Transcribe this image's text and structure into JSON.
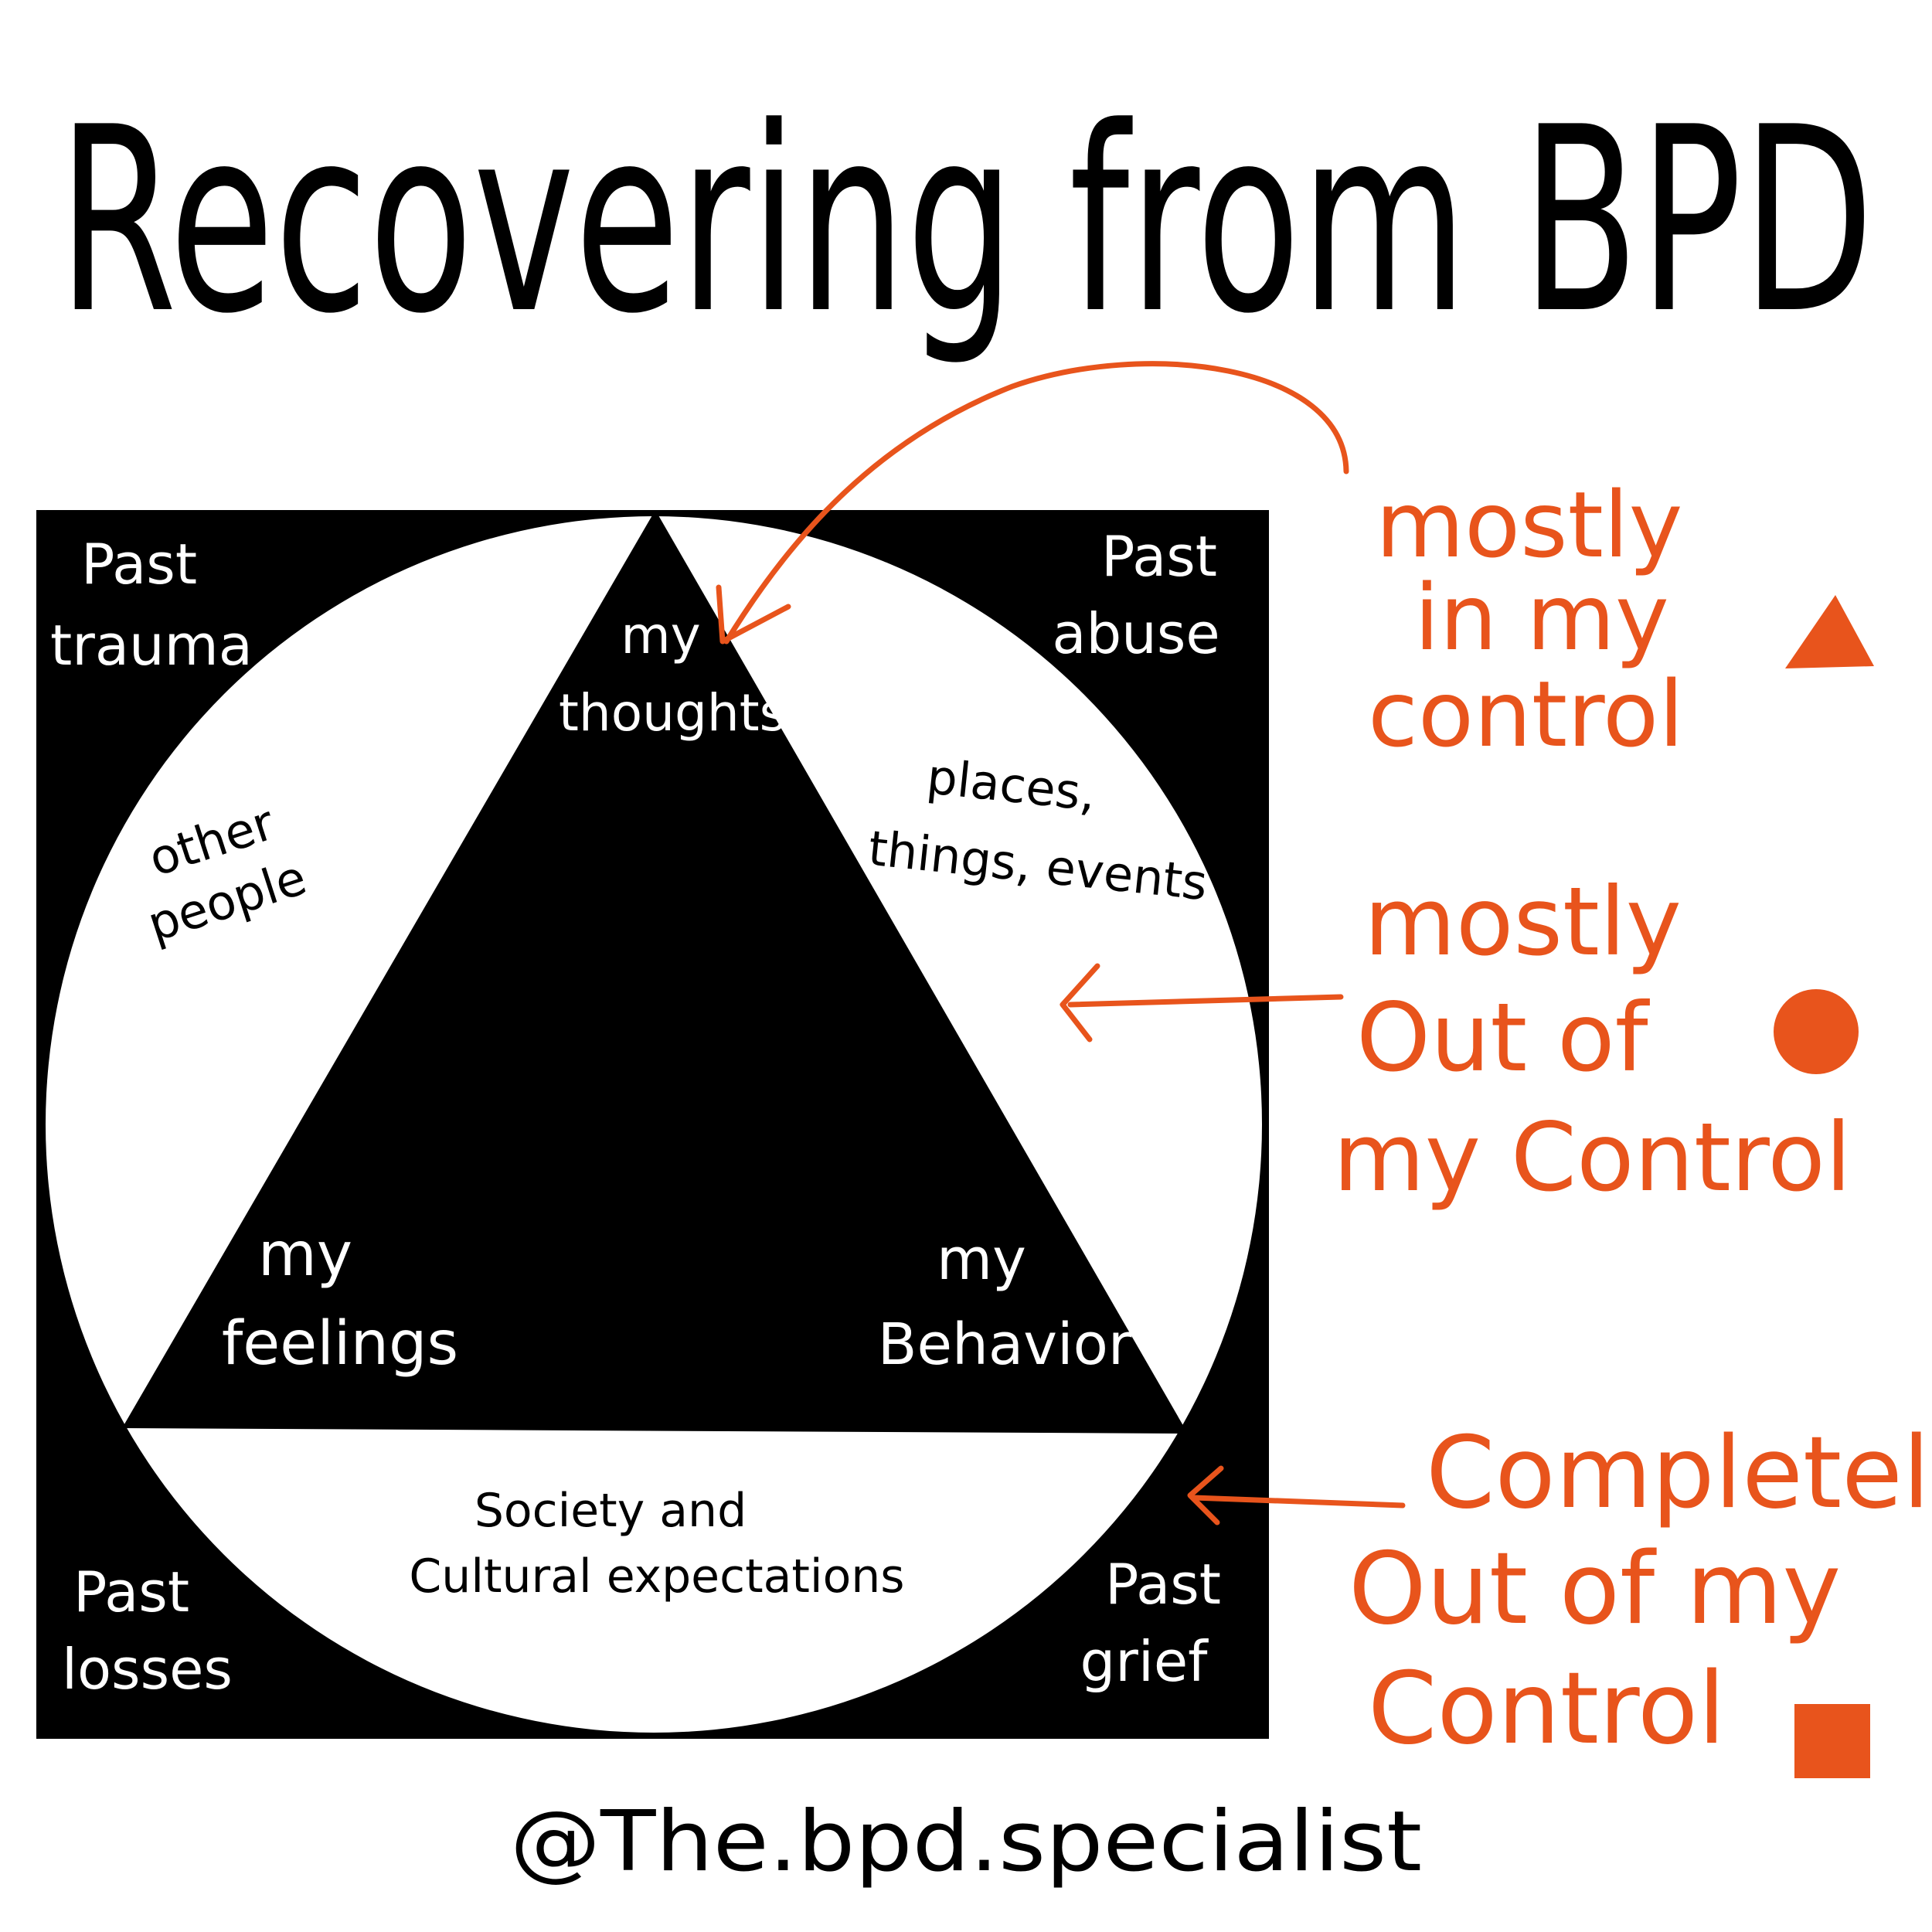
{
  "title": "Recovering from BPD",
  "triangle_labels": {
    "top": [
      "my",
      "thoughts"
    ],
    "left": [
      "my",
      "feelings"
    ],
    "right": [
      "my",
      "Behavior"
    ]
  },
  "circle_labels": {
    "left": [
      "other",
      "people"
    ],
    "right": [
      "places,",
      "things, events"
    ],
    "bottom": [
      "Society and",
      "Cultural expectations"
    ]
  },
  "corner_labels": {
    "top_left": [
      "Past",
      "trauma"
    ],
    "top_right": [
      "Past",
      "abuse"
    ],
    "bottom_left": [
      "Past",
      "losses"
    ],
    "bottom_right": [
      "Past",
      "grief"
    ]
  },
  "legend": [
    {
      "lines": [
        "mostly",
        "in my",
        "control"
      ],
      "shape": "triangle"
    },
    {
      "lines": [
        "mostly",
        "Out of",
        "my Control"
      ],
      "shape": "circle"
    },
    {
      "lines": [
        "Completely",
        "Out of my",
        "Control"
      ],
      "shape": "square"
    }
  ],
  "handle": "@The.bpd.specialist",
  "colors": {
    "accent": "#e8541c",
    "ink": "#000000",
    "paper": "#ffffff"
  }
}
